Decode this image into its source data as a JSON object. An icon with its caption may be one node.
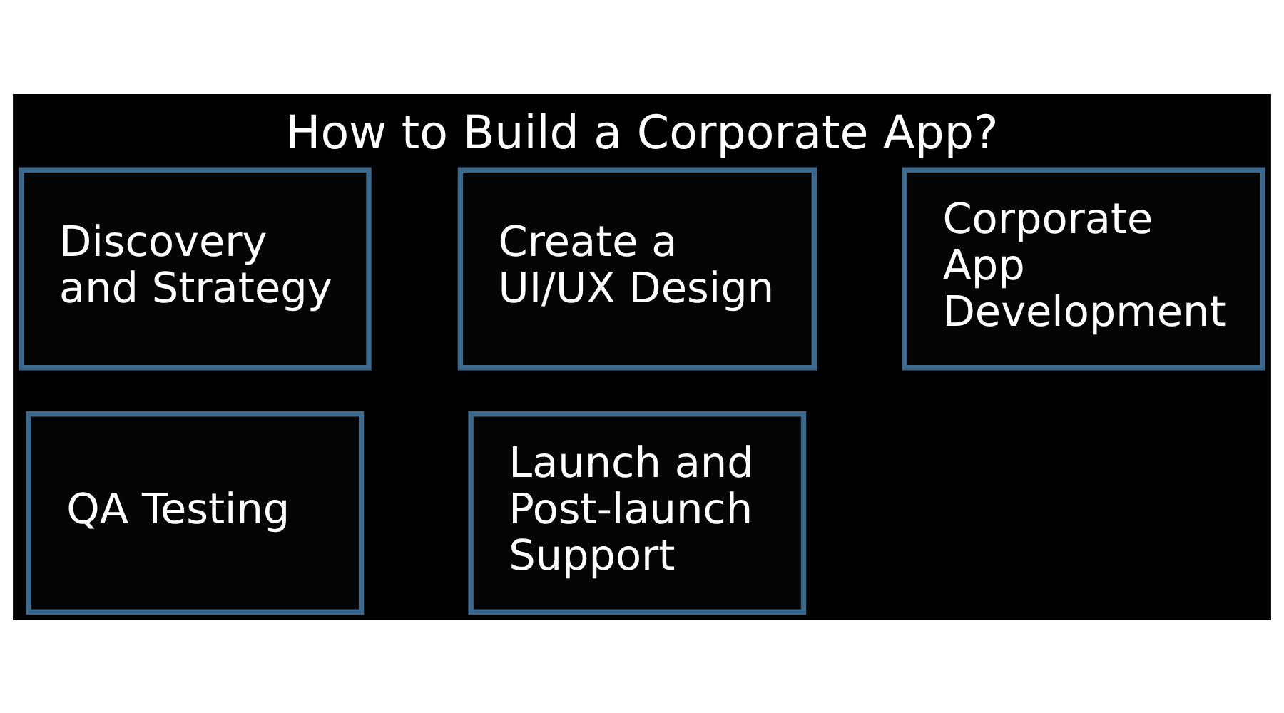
{
  "diagram": {
    "title": "How to Build a Corporate App?",
    "nodes": [
      {
        "text": [
          "Discovery and Strategy"
        ]
      },
      {
        "text": [
          "Create a UI/UX Design"
        ]
      },
      {
        "text": [
          "Corporate App Development"
        ]
      },
      {
        "text": [
          "QA Testing"
        ]
      },
      {
        "text": [
          "Launch and Post-launch Support"
        ]
      }
    ],
    "edges": []
  }
}
